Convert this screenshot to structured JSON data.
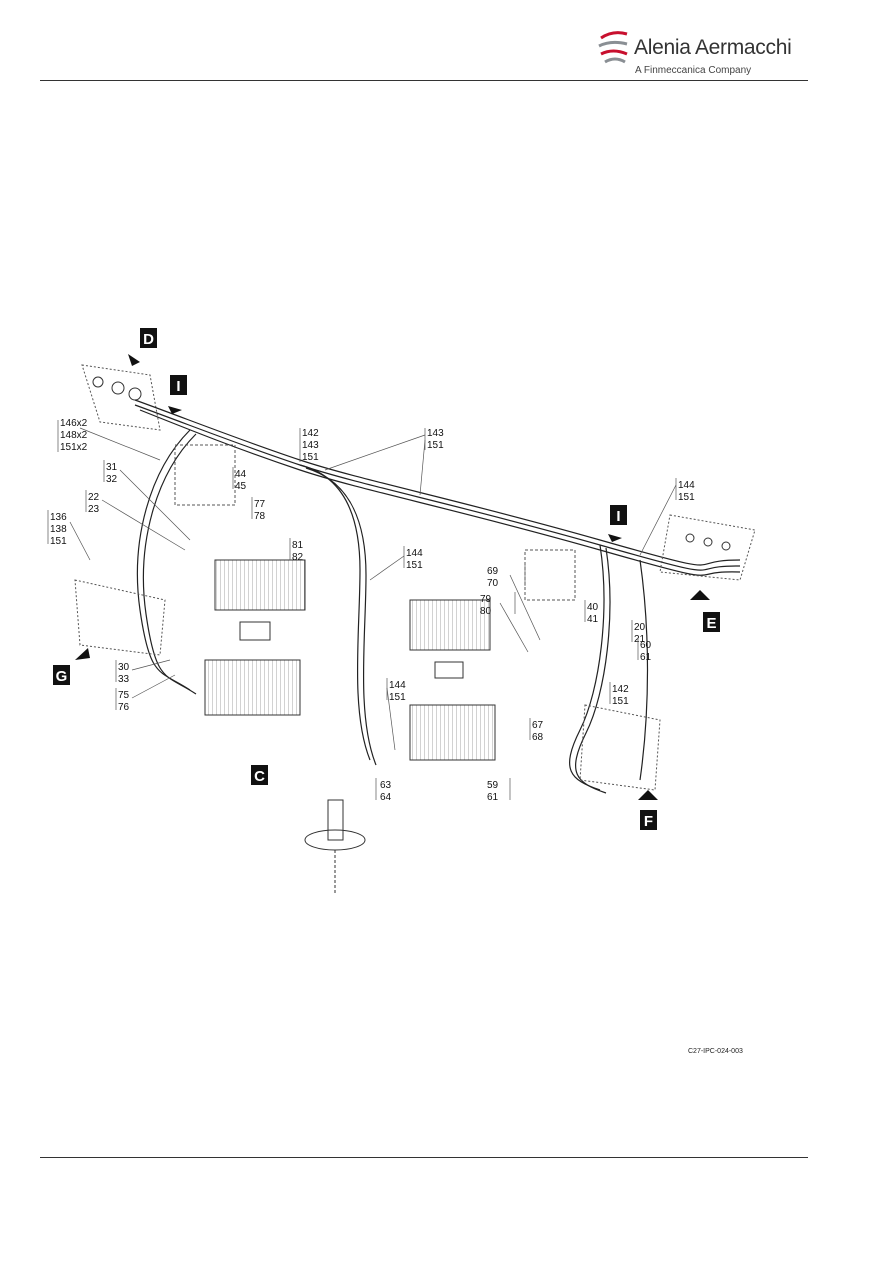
{
  "header": {
    "logo_name": "Alenia Aermacchi",
    "logo_tagline": "A Finmeccanica Company",
    "brand_color": "#c8102e"
  },
  "figure": {
    "view_letters": {
      "d": "D",
      "i1": "I",
      "i2": "I",
      "e": "E",
      "f": "F",
      "g": "G",
      "c": "C"
    },
    "callouts": {
      "c146": [
        "146x2",
        "148x2",
        "151x2"
      ],
      "c31": [
        "31",
        "32"
      ],
      "c22": [
        "22",
        "23"
      ],
      "c136": [
        "136",
        "138",
        "151"
      ],
      "c30": [
        "30",
        "33"
      ],
      "c75": [
        "75",
        "76"
      ],
      "c142a": [
        "142",
        "143",
        "151"
      ],
      "c143": [
        "143",
        "151"
      ],
      "c44": [
        "44",
        "45"
      ],
      "c77": [
        "77",
        "78"
      ],
      "c81": [
        "81",
        "82"
      ],
      "c144a": [
        "144",
        "151"
      ],
      "c144b": [
        "144",
        "151"
      ],
      "c63": [
        "63",
        "64"
      ],
      "c144c": [
        "144",
        "151"
      ],
      "c69": [
        "69",
        "70"
      ],
      "c79": [
        "79",
        "80"
      ],
      "c40": [
        "40",
        "41"
      ],
      "c20": [
        "20",
        "21"
      ],
      "c60": [
        "60",
        "61"
      ],
      "c142b": [
        "142",
        "151"
      ],
      "c67": [
        "67",
        "68"
      ],
      "c59": [
        "59",
        "61"
      ]
    },
    "drawing_id": "C27-IPC-024-003"
  }
}
